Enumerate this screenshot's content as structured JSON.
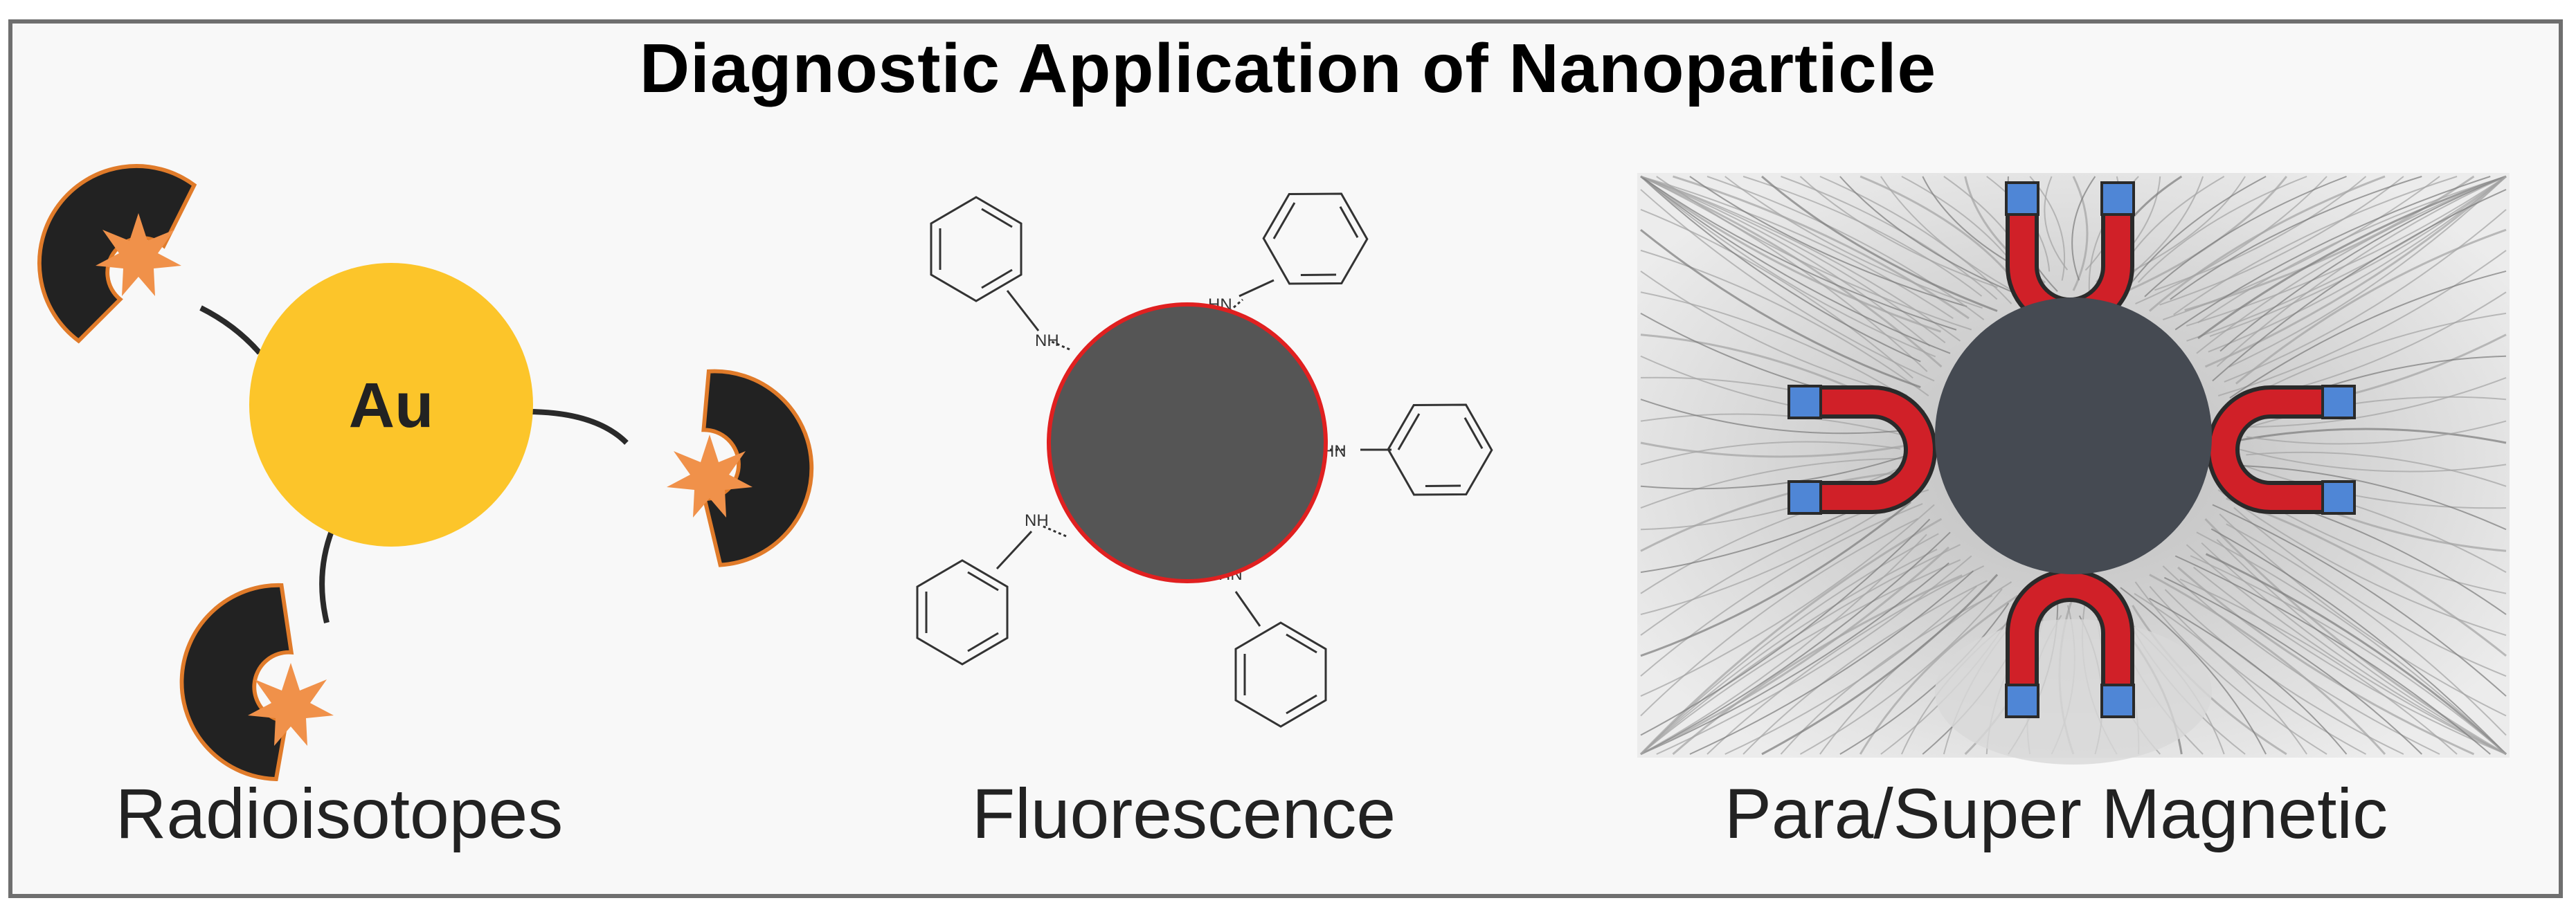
{
  "title": "Diagnostic Application of Nanoparticle",
  "panels": [
    {
      "caption": "Radioisotopes",
      "core_label": "Au"
    },
    {
      "caption": "Fluorescence",
      "linker_labels": [
        "NH",
        "HN",
        "HN",
        "NH",
        "HN"
      ]
    },
    {
      "caption": "Para/Super Magnetic"
    }
  ],
  "colors": {
    "gold": "#fcc52a",
    "chelator": "#222222",
    "chelator_outline": "#e07b2a",
    "star": "#f0914a",
    "fluor_core": "#555555",
    "fluor_outline": "#e02020",
    "magnet_core": "#454a52",
    "magnet_red": "#d02028",
    "magnet_tip": "#4f86d6"
  }
}
